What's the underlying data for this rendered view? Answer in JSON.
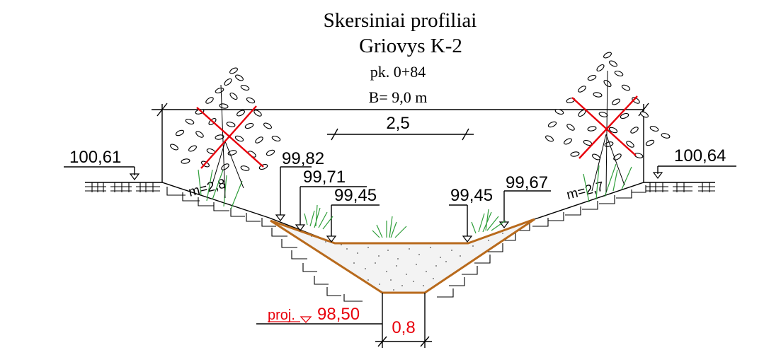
{
  "diagram": {
    "title": "Skersiniai profiliai",
    "subtitle": "Griovys K-2",
    "picket": "pk. 0+84",
    "width_label": "B= 9,0 m",
    "top_width": "2,5",
    "bottom_width": "0,8"
  },
  "levels": {
    "left_bank": "100,61",
    "right_bank": "100,64",
    "left_upper": "99,82",
    "left_middle": "99,71",
    "left_bottom": "99,45",
    "right_bottom": "99,45",
    "right_upper": "99,67",
    "design_label": "proj.",
    "design_level": "98,50"
  },
  "slopes": {
    "left": "m=2,8",
    "right": "m=2,7"
  },
  "colors": {
    "line": "#000000",
    "design": "#e8000b",
    "cross": "#e8000b",
    "ditch_bed": "#b86a1c",
    "vegetation": "#2f9e3a"
  },
  "icons": {
    "left_tree": "tree-to-remove-icon",
    "right_tree": "tree-to-remove-icon",
    "level_marker": "level-triangle-icon"
  }
}
